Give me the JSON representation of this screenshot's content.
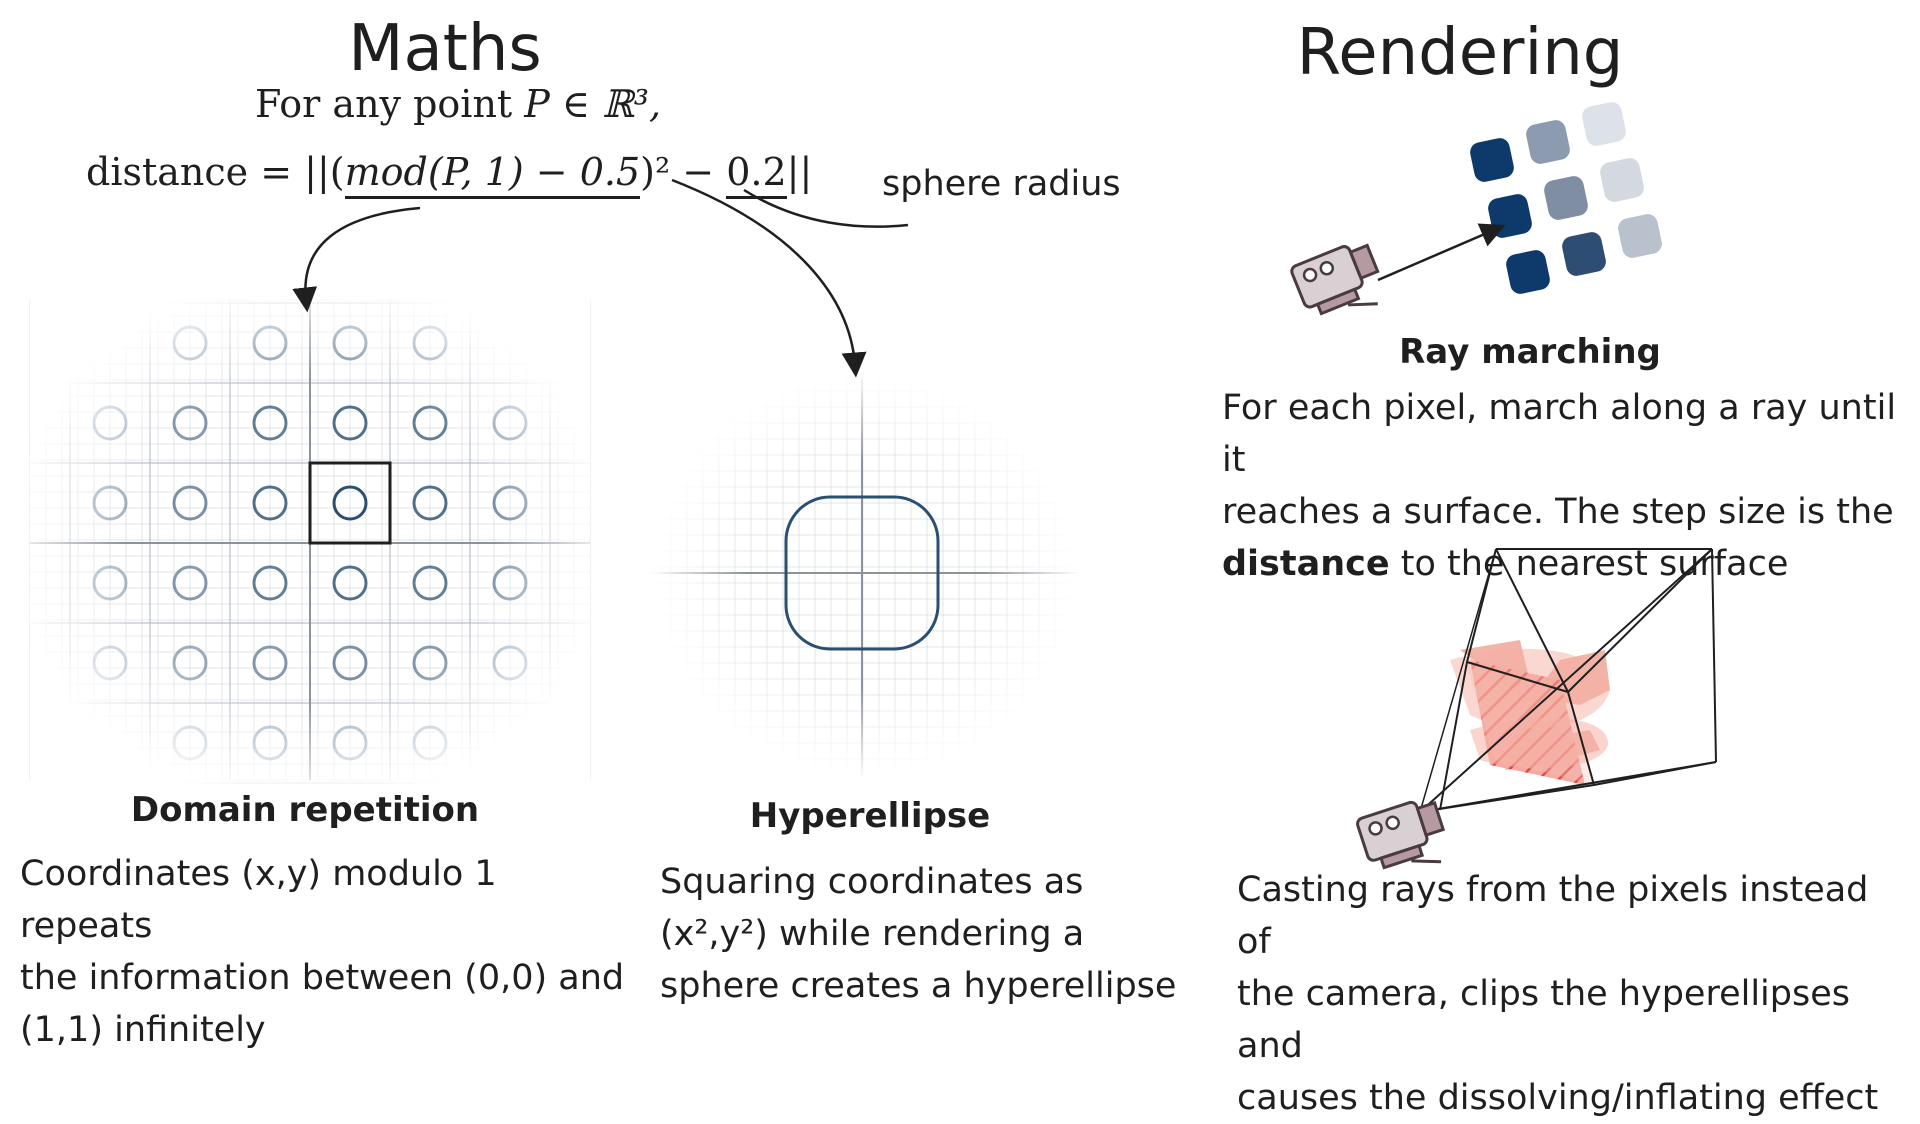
{
  "maths": {
    "title": "Maths",
    "line1_prefix": "For any point",
    "line1_math": "P ∈ ℝ³,",
    "line2_prefix": "distance =",
    "line2_open": "||(",
    "line2_mod": "mod(P, 1) − 0.5",
    "line2_sq": ")² − ",
    "line2_radius": "0.2",
    "line2_close": "||",
    "radius_note": "sphere radius"
  },
  "domain_repetition": {
    "heading": "Domain repetition",
    "body": [
      "Coordinates (x,y) modulo 1 repeats",
      "the information between (0,0) and",
      "(1,1) infinitely"
    ]
  },
  "hyperellipse": {
    "heading": "Hyperellipse",
    "body_line1": "Squaring coordinates as",
    "body_line2": "(x²,y²) while rendering a",
    "body_line3": "sphere creates a hyperellipse"
  },
  "rendering": {
    "title": "Rendering",
    "ray_heading": "Ray marching",
    "ray_line1": "For each pixel, march along a ray until it",
    "ray_line2": "reaches a surface. The step size is the",
    "ray_bold": "distance",
    "ray_line3_rest": " to the nearest surface",
    "casting_body": [
      "Casting rays from the pixels instead of",
      "the camera, clips the hyperellipses and",
      "causes the dissolving/inflating effect"
    ]
  },
  "colors": {
    "navy": "#0e3a6b",
    "circle_blue": "#2b4f72",
    "grid": "#d9dde2",
    "red": "#e8574f",
    "pink": "#f2b3a8"
  },
  "icons": [
    "camera-icon",
    "arrow-icon"
  ]
}
